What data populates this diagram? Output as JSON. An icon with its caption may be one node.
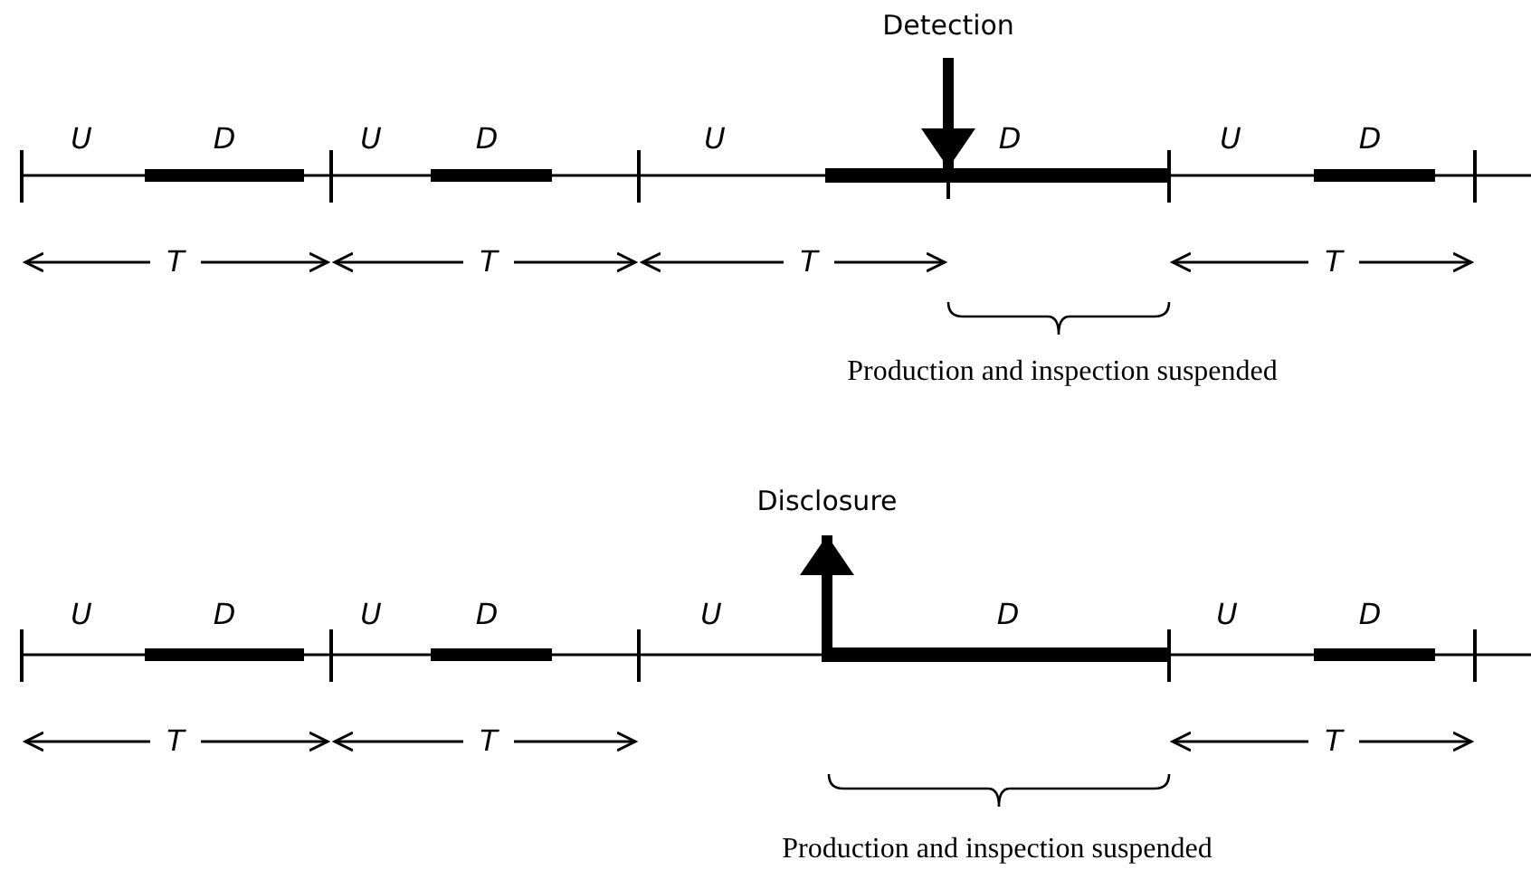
{
  "diagram": {
    "nodes": [
      {
        "text": [
          "Detection"
        ]
      },
      {
        "text": [],
        "shape": "bar"
      },
      {
        "text": [
          "Disclosure"
        ]
      },
      {
        "text": [],
        "shape": "bar"
      }
    ],
    "edges": [
      {
        "from": 0,
        "to": 1,
        "arrow": "to"
      },
      {
        "from": 3,
        "to": 2,
        "arrow": "to"
      }
    ],
    "labels": [
      "U",
      "D",
      "U",
      "D",
      "U",
      "D",
      "U",
      "D",
      "T",
      "T",
      "T",
      "T",
      "Production and inspection suspended",
      "U",
      "D",
      "U",
      "D",
      "U",
      "D",
      "U",
      "D",
      "T",
      "T",
      "T",
      "Production and inspection suspended"
    ]
  }
}
